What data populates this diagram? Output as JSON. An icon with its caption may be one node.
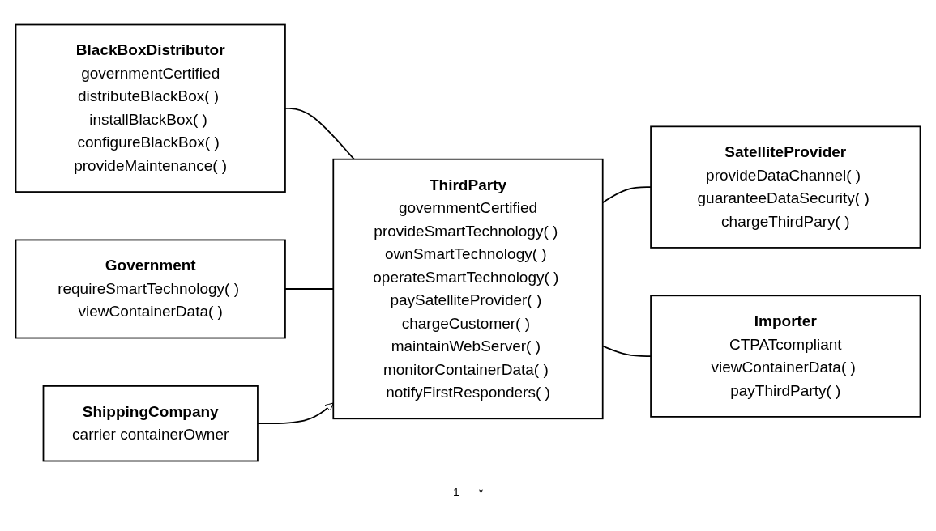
{
  "diagram": {
    "nodes": [
      {
        "text": [
          "BlackBoxDistributor",
          "governmentCertified",
          "distributeBlackBox( ) installBlackBox( ) configureBlackBox( ) provideMaintenance( )"
        ]
      },
      {
        "text": [
          "ThirdParty",
          "governmentCertified",
          "provideSmartTechnology( ) ownSmartTechnology( ) operateSmartTechnology( ) paySatelliteProvider( ) chargeCustomer( ) maintainWebServer( ) monitorContainerData( ) notifyFirstResponders( )"
        ]
      },
      {
        "text": [
          "SatelliteProvider",
          "provideDataChannel( ) guaranteeDataSecurity( ) chargeThirdPary( )"
        ]
      },
      {
        "text": [
          "Government",
          "requireSmartTechnology( ) viewContainerData( )"
        ]
      },
      {
        "text": [
          "Importer",
          "CTPATcompliant",
          "viewContainerData( ) payThirdParty( )"
        ]
      },
      {
        "text": [
          "ShippingCompany",
          "carrier containerOwner"
        ]
      }
    ],
    "edges": [
      {
        "from": 0,
        "to": 1,
        "arrow": "none"
      },
      {
        "from": 1,
        "to": 2,
        "arrow": "none"
      },
      {
        "from": 3,
        "to": 1,
        "arrow": "none"
      },
      {
        "from": 1,
        "to": 4,
        "arrow": "none"
      },
      {
        "from": 5,
        "to": 1,
        "arrow": "to"
      }
    ],
    "labels": [
      "1",
      "*"
    ]
  }
}
